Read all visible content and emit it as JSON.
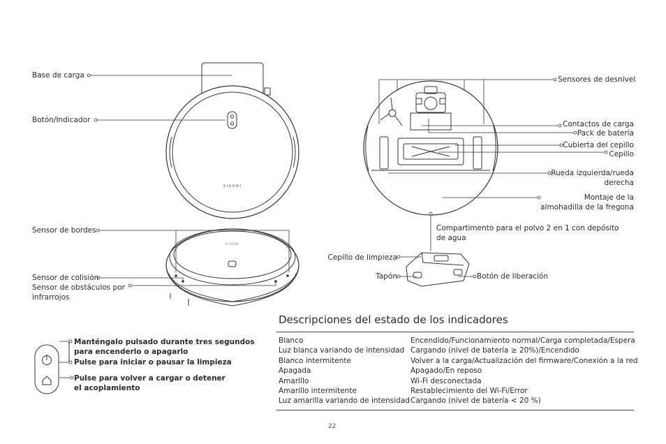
{
  "labels": {
    "charging_base": "Base de carga",
    "button_indicator": "Botón/Indicador",
    "edge_sensor": "Sensor de bordes",
    "collision_sensor": "Sensor de colisión",
    "ir_obstacle_sensor": "Sensor de obstáculos por infrarrojos",
    "cliff_sensors": "Sensores de desnivel",
    "charging_contacts": "Contactos de carga",
    "battery_pack": "Pack de batería",
    "brush_cover": "Cubierta del cepillo",
    "brush": "Cepillo",
    "wheels": "Rueda izquierda/rueda derecha",
    "mop_mount": "Montaje de la almohadilla de la fregona",
    "dust_compartment": "Compartimento para el polvo 2 en 1 con depósito de agua",
    "cleaning_brush": "Cepillo de limpieza",
    "plug": "Tapón",
    "release_button": "Botón de liberación",
    "brand": "XIAOMI"
  },
  "buttons": {
    "power_desc": "Manténgalo pulsado durante tres segundos para encenderlo o apagarlo",
    "power_short": "Pulse para iniciar o pausar la limpieza",
    "home_desc": "Pulse para volver a cargar o detener el acoplamiento"
  },
  "status": {
    "title": "Descripciones del estado de los indicadores",
    "rows": [
      {
        "state": "Blanco",
        "meaning": "Encendido/Funcionamiento normal/Carga completada/Espera"
      },
      {
        "state": "Luz blanca variando de intensidad",
        "meaning": "Cargando (nivel de batería ≥ 20%)/Encendido"
      },
      {
        "state": "Blanco intermitente",
        "meaning": "Volver a la carga/Actualización del firmware/Conexión a la red"
      },
      {
        "state": "Apagada",
        "meaning": "Apagado/En reposo"
      },
      {
        "state": "Amarillo",
        "meaning": "Wi-Fi desconectada"
      },
      {
        "state": "Amarillo intermitente",
        "meaning": "Restablecimiento del Wi-Fi/Error"
      },
      {
        "state": "Luz amarilla variando de intensidad",
        "meaning": "Cargando (nivel de batería < 20 %)"
      }
    ]
  },
  "page_number": "22"
}
